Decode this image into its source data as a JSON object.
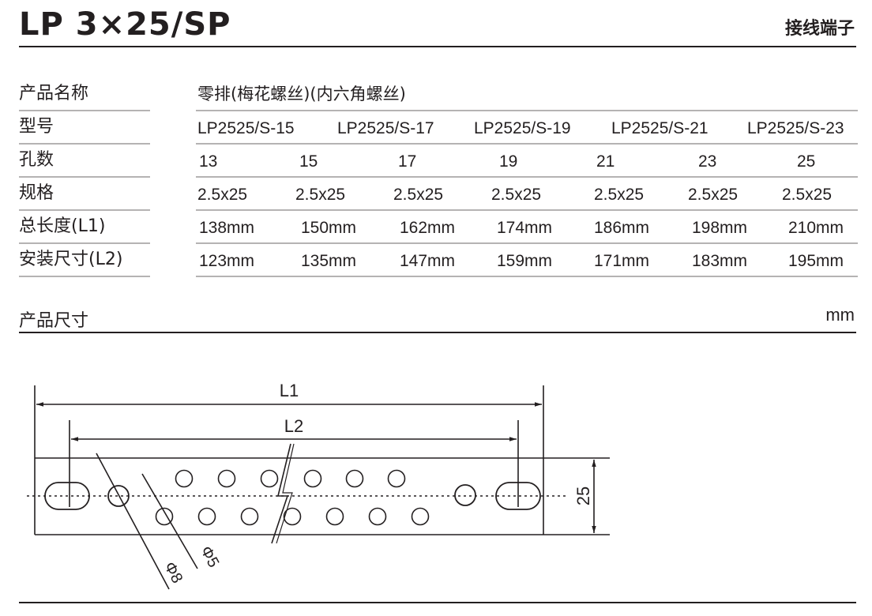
{
  "header": {
    "title": "LP 3×25/SP",
    "category": "接线端子"
  },
  "spec_table": {
    "rows": [
      {
        "label": "产品名称",
        "cells": [
          "零排(梅花螺丝)(内六角螺丝)"
        ]
      },
      {
        "label": "型号",
        "cells": [
          "LP2525/S-15",
          "LP2525/S-17",
          "LP2525/S-19",
          "LP2525/S-21",
          "LP2525/S-23"
        ]
      },
      {
        "label": "孔数",
        "cells": [
          "13",
          "15",
          "17",
          "19",
          "21",
          "23",
          "25"
        ]
      },
      {
        "label": "规格",
        "cells": [
          "2.5x25",
          "2.5x25",
          "2.5x25",
          "2.5x25",
          "2.5x25",
          "2.5x25",
          "2.5x25"
        ]
      },
      {
        "label": "总长度(L1)",
        "cells": [
          "138mm",
          "150mm",
          "162mm",
          "174mm",
          "186mm",
          "198mm",
          "210mm"
        ]
      },
      {
        "label": "安装尺寸(L2)",
        "cells": [
          "123mm",
          "135mm",
          "147mm",
          "159mm",
          "171mm",
          "183mm",
          "195mm"
        ]
      }
    ]
  },
  "dimensions_section": {
    "label": "产品尺寸",
    "unit": "mm"
  },
  "drawing": {
    "l1_label": "L1",
    "l2_label": "L2",
    "height_label": "25",
    "hole_large_label": "Φ8",
    "hole_small_label": "Φ5"
  }
}
